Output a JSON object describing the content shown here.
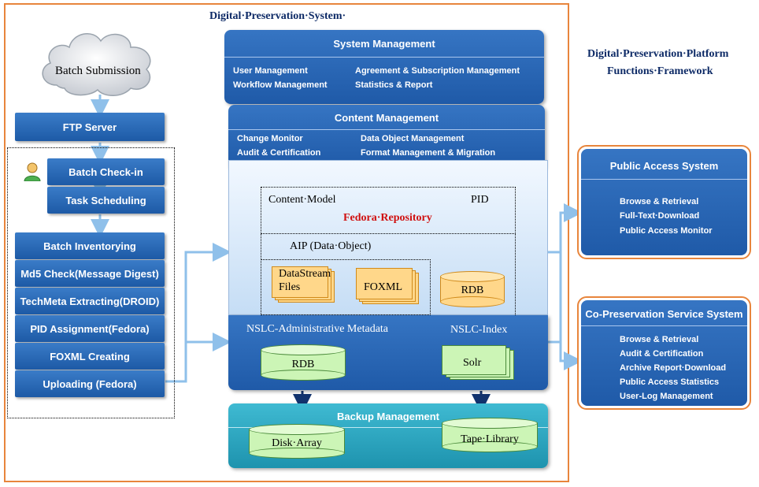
{
  "main_title": "Digital·Preservation·System·",
  "side_title_line1": "Digital·Preservation·Platform",
  "side_title_line2": "Functions·Framework",
  "batch_submission": "Batch Submission",
  "ftp_server": "FTP Server",
  "left_steps": {
    "check_in": "Batch Check-in",
    "task_scheduling": "Task Scheduling",
    "inventorying": "Batch Inventorying",
    "md5": "Md5 Check(Message Digest)",
    "techmeta": "TechMeta Extracting(DROID)",
    "pid_assign": "PID Assignment(Fedora)",
    "foxml_creating": "FOXML Creating",
    "uploading": "Uploading (Fedora)"
  },
  "system_management": {
    "title": "System Management",
    "items": [
      "User Management",
      "Agreement & Subscription  Management",
      "Workflow Management",
      "Statistics & Report"
    ]
  },
  "content_management": {
    "title": "Content Management",
    "items": [
      "Change Monitor",
      "Data Object Management",
      "Audit & Certification",
      "Format Management & Migration"
    ]
  },
  "fedora": {
    "content_model": "Content·Model",
    "pid": "PID",
    "repository": "Fedora·Repository",
    "aip": "AIP (Data·Object)",
    "datastream_line1": "DataStream",
    "datastream_line2": "Files",
    "foxml": "FOXML",
    "rdb": "RDB"
  },
  "nslc": {
    "admin_metadata": "NSLC-Administrative Metadata",
    "index": "NSLC-Index",
    "rdb": "RDB",
    "solr": "Solr"
  },
  "backup": {
    "title": "Backup Management",
    "disk_array": "Disk·Array",
    "tape_library": "Tape·Library"
  },
  "public_access": {
    "title": "Public Access System",
    "items": [
      "Browse & Retrieval",
      "Full-Text·Download",
      "Public Access Monitor"
    ]
  },
  "co_preservation": {
    "title": "Co-Preservation Service System",
    "items": [
      "Browse & Retrieval",
      "Audit & Certification",
      "Archive Report·Download",
      "Public Access Statistics",
      "User-Log Management"
    ]
  },
  "colors": {
    "frame_orange": "#e8853c",
    "panel_blue": "#2a68b6",
    "arrow_blue": "#8fc0ea",
    "backup_teal": "#2aa6c0"
  }
}
